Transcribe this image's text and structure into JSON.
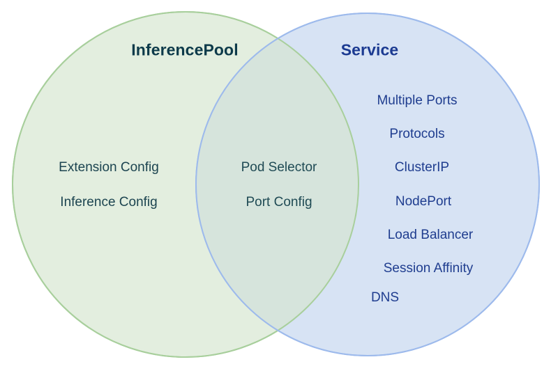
{
  "diagram": {
    "type": "venn",
    "title_left": "InferencePool",
    "title_right": "Service",
    "colors": {
      "left_fill": "#e3eedf",
      "left_stroke": "#a8cf9c",
      "right_fill": "#d7e3f4",
      "right_stroke": "#9dbaec",
      "overlap_fill": "#d6e4dc",
      "background": "#ffffff",
      "left_title_text": "#0d3a4a",
      "right_title_text": "#1b3a91",
      "left_item_text": "#1c4450",
      "overlap_item_text": "#1f4a54",
      "right_item_text": "#1f3d8f"
    },
    "left_only": [
      {
        "label": "Extension Config"
      },
      {
        "label": "Inference Config"
      }
    ],
    "intersection": [
      {
        "label": "Pod Selector"
      },
      {
        "label": "Port Config"
      }
    ],
    "right_only": [
      {
        "label": "Multiple Ports"
      },
      {
        "label": "Protocols"
      },
      {
        "label": "ClusterIP"
      },
      {
        "label": "NodePort"
      },
      {
        "label": "Load Balancer"
      },
      {
        "label": "Session Affinity"
      },
      {
        "label": "DNS"
      }
    ]
  }
}
